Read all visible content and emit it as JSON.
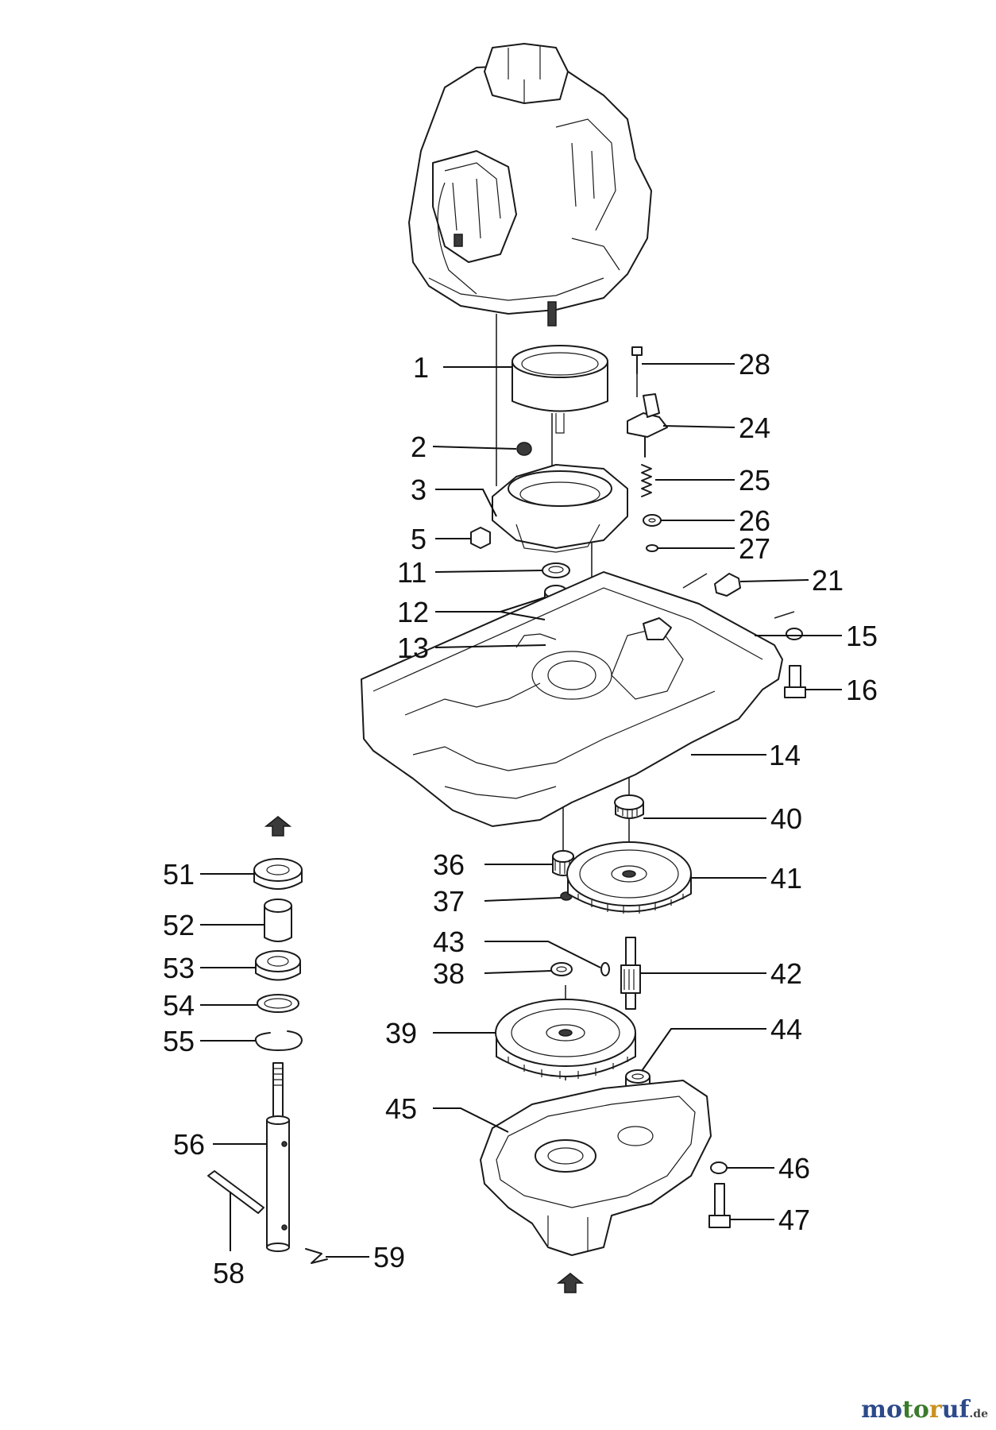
{
  "callouts": [
    {
      "id": "1",
      "text": "1"
    },
    {
      "id": "2",
      "text": "2"
    },
    {
      "id": "3",
      "text": "3"
    },
    {
      "id": "5",
      "text": "5"
    },
    {
      "id": "11",
      "text": "11"
    },
    {
      "id": "12",
      "text": "12"
    },
    {
      "id": "13",
      "text": "13"
    },
    {
      "id": "14",
      "text": "14"
    },
    {
      "id": "15",
      "text": "15"
    },
    {
      "id": "16",
      "text": "16"
    },
    {
      "id": "21",
      "text": "21"
    },
    {
      "id": "24",
      "text": "24"
    },
    {
      "id": "25",
      "text": "25"
    },
    {
      "id": "26",
      "text": "26"
    },
    {
      "id": "27",
      "text": "27"
    },
    {
      "id": "28",
      "text": "28"
    },
    {
      "id": "36",
      "text": "36"
    },
    {
      "id": "37",
      "text": "37"
    },
    {
      "id": "38",
      "text": "38"
    },
    {
      "id": "39",
      "text": "39"
    },
    {
      "id": "40",
      "text": "40"
    },
    {
      "id": "41",
      "text": "41"
    },
    {
      "id": "42",
      "text": "42"
    },
    {
      "id": "43",
      "text": "43"
    },
    {
      "id": "44",
      "text": "44"
    },
    {
      "id": "45",
      "text": "45"
    },
    {
      "id": "46",
      "text": "46"
    },
    {
      "id": "47",
      "text": "47"
    },
    {
      "id": "51",
      "text": "51"
    },
    {
      "id": "52",
      "text": "52"
    },
    {
      "id": "53",
      "text": "53"
    },
    {
      "id": "54",
      "text": "54"
    },
    {
      "id": "55",
      "text": "55"
    },
    {
      "id": "56",
      "text": "56"
    },
    {
      "id": "58",
      "text": "58"
    },
    {
      "id": "59",
      "text": "59"
    }
  ],
  "watermark": {
    "p1": "mo",
    "p2": "to",
    "p3": "r",
    "p4": "uf",
    "suffix": ".de"
  }
}
